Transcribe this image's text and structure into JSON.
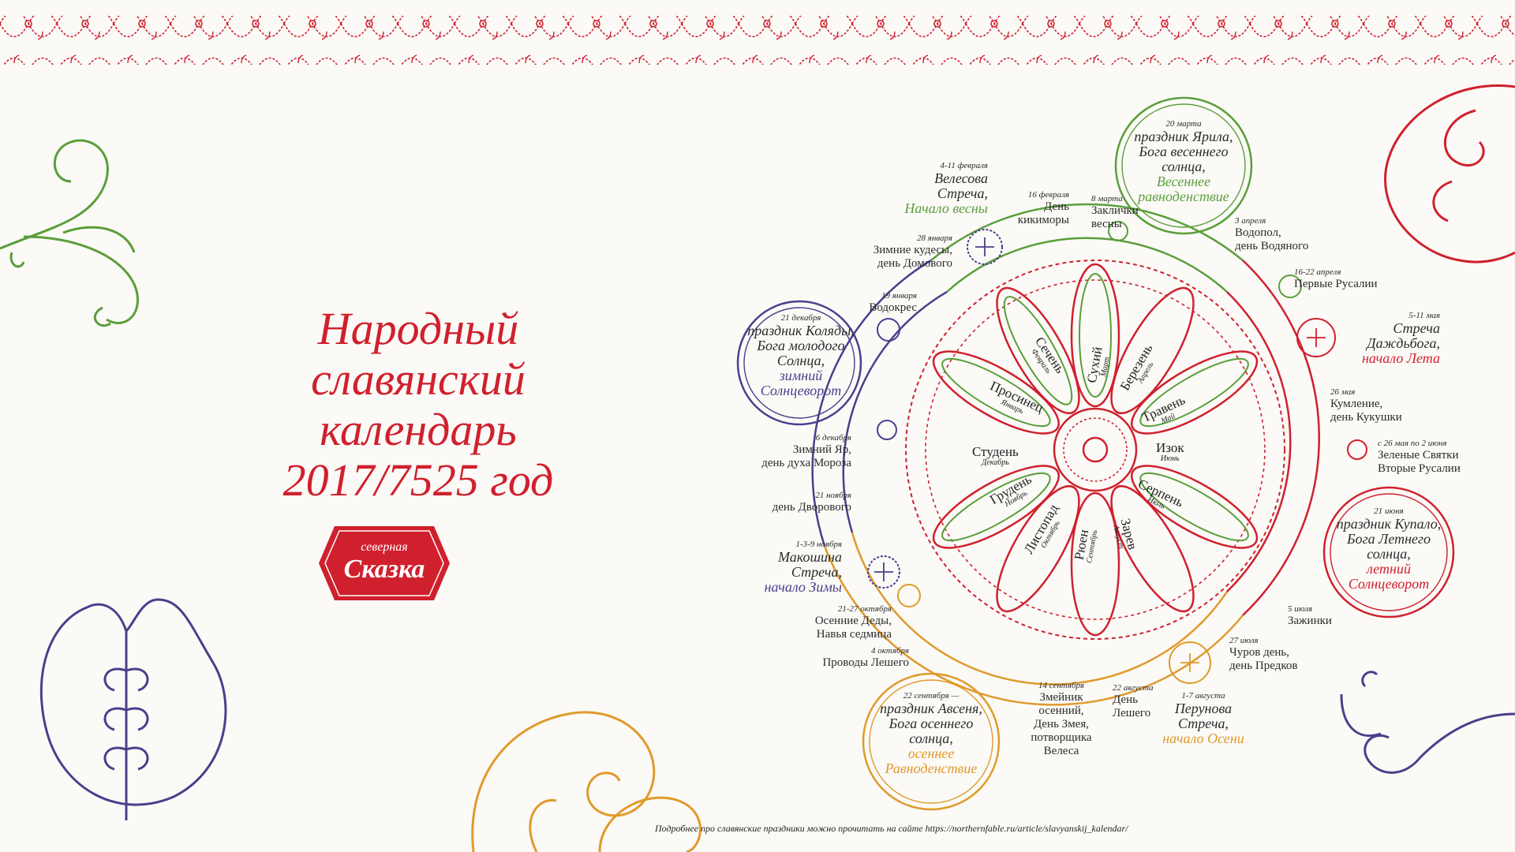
{
  "title": {
    "line1": "Народный",
    "line2": "славянский",
    "line3": "календарь",
    "line4": "2017/7525 год"
  },
  "logo": {
    "top": "северная",
    "bottom": "Сказка",
    "color": "#d0202d"
  },
  "colors": {
    "winter": "#4b3f8c",
    "spring": "#5a9e3a",
    "summer": "#d0202d",
    "autumn": "#e09a2b"
  },
  "months": [
    {
      "name": "Просинец",
      "sub": "Январь"
    },
    {
      "name": "Сечень",
      "sub": "Февраль"
    },
    {
      "name": "Сухий",
      "sub": "Март"
    },
    {
      "name": "Березень",
      "sub": "Апрель"
    },
    {
      "name": "Травень",
      "sub": "Май"
    },
    {
      "name": "Изок",
      "sub": "Июнь"
    },
    {
      "name": "Серпень",
      "sub": "Июль"
    },
    {
      "name": "Зарев",
      "sub": "Август"
    },
    {
      "name": "Рюен",
      "sub": "Сентябрь"
    },
    {
      "name": "Листопад",
      "sub": "Октябрь"
    },
    {
      "name": "Грудень",
      "sub": "Ноябрь"
    },
    {
      "name": "Студень",
      "sub": "Декабрь"
    }
  ],
  "holidays": {
    "veles": {
      "date": "4-11 февраля",
      "l1": "Велесова",
      "l2": "Стреча,",
      "l3": "Начало весны"
    },
    "kikimora": {
      "date": "16 февраля",
      "l1": "День",
      "l2": "кикиморы"
    },
    "zaklichki": {
      "date": "8 марта",
      "l1": "Заклички",
      "l2": "весны"
    },
    "yarila": {
      "date": "20 марта",
      "l1": "праздник Ярила,",
      "l2": "Бога весеннего",
      "l3": "солнца,",
      "l4": "Весеннее",
      "l5": "равноденствие"
    },
    "vodopol": {
      "date": "3 апреля",
      "l1": "Водопол,",
      "l2": "день Водяного"
    },
    "rusalii1": {
      "date": "16-22 апреля",
      "l1": "Первые Русалии"
    },
    "dazhdbog": {
      "date": "5-11 мая",
      "l1": "Стреча",
      "l2": "Даждьбога,",
      "l3": "начало Лета"
    },
    "kumlenie": {
      "date": "26 мая",
      "l1": "Кумление,",
      "l2": "день Кукушки"
    },
    "svyatki": {
      "date": "с 26 мая по 2 июня",
      "l1": "Зеленые Святки",
      "l2": "Вторые Русалии"
    },
    "kupalo": {
      "date": "21 июня",
      "l1": "праздник Купало,",
      "l2": "Бога Летнего",
      "l3": "солнца,",
      "l4": "летний",
      "l5": "Солнцеворот"
    },
    "zazhinki": {
      "date": "5 июля",
      "l1": "Зажинки"
    },
    "chur": {
      "date": "27 июля",
      "l1": "Чуров день,",
      "l2": "день Предков"
    },
    "perun": {
      "date": "1-7 августа",
      "l1": "Перунова",
      "l2": "Стреча,",
      "l3": "начало Осени"
    },
    "leshy1": {
      "date": "22 августа",
      "l1": "День",
      "l2": "Лешего"
    },
    "zmeya": {
      "date": "14 сентября",
      "l1": "Змейник",
      "l2": "осенний,",
      "l3": "День Змея,",
      "l4": "потворщика",
      "l5": "Велеса"
    },
    "avsen": {
      "date": "22 сентября —",
      "l1": "праздник Авсеня,",
      "l2": "Бога осеннего",
      "l3": "солнца,",
      "l4": "осеннее",
      "l5": "Равноденствие"
    },
    "leshy2": {
      "date": "4 октября",
      "l1": "Проводы Лешего"
    },
    "dedy": {
      "date": "21-27 октября",
      "l1": "Осенние Деды,",
      "l2": "Навья седмица"
    },
    "makosh": {
      "date": "1-3-9 ноября",
      "l1": "Макошина",
      "l2": "Стреча,",
      "l3": "начало Зимы"
    },
    "dvorovoy": {
      "date": "21 ноября",
      "l1": "день Дворового"
    },
    "zimniyar": {
      "date": "6 декабря",
      "l1": "Зимний Яр,",
      "l2": "день духа Мороза"
    },
    "kolyada": {
      "date": "21 декабря",
      "l1": "праздник Коляды,",
      "l2": "Бога молодого",
      "l3": "Солнца,",
      "l4": "зимний",
      "l5": "Солнцеворот"
    },
    "vodokres": {
      "date": "19 января",
      "l1": "Водокрес"
    },
    "kudesy": {
      "date": "28 января",
      "l1": "Зимние кудесы,",
      "l2": "день Домового"
    }
  },
  "footer": "Подробнее про славянские праздники можно прочитать на сайте https://northernfable.ru/article/slavyanskij_kalendar/"
}
